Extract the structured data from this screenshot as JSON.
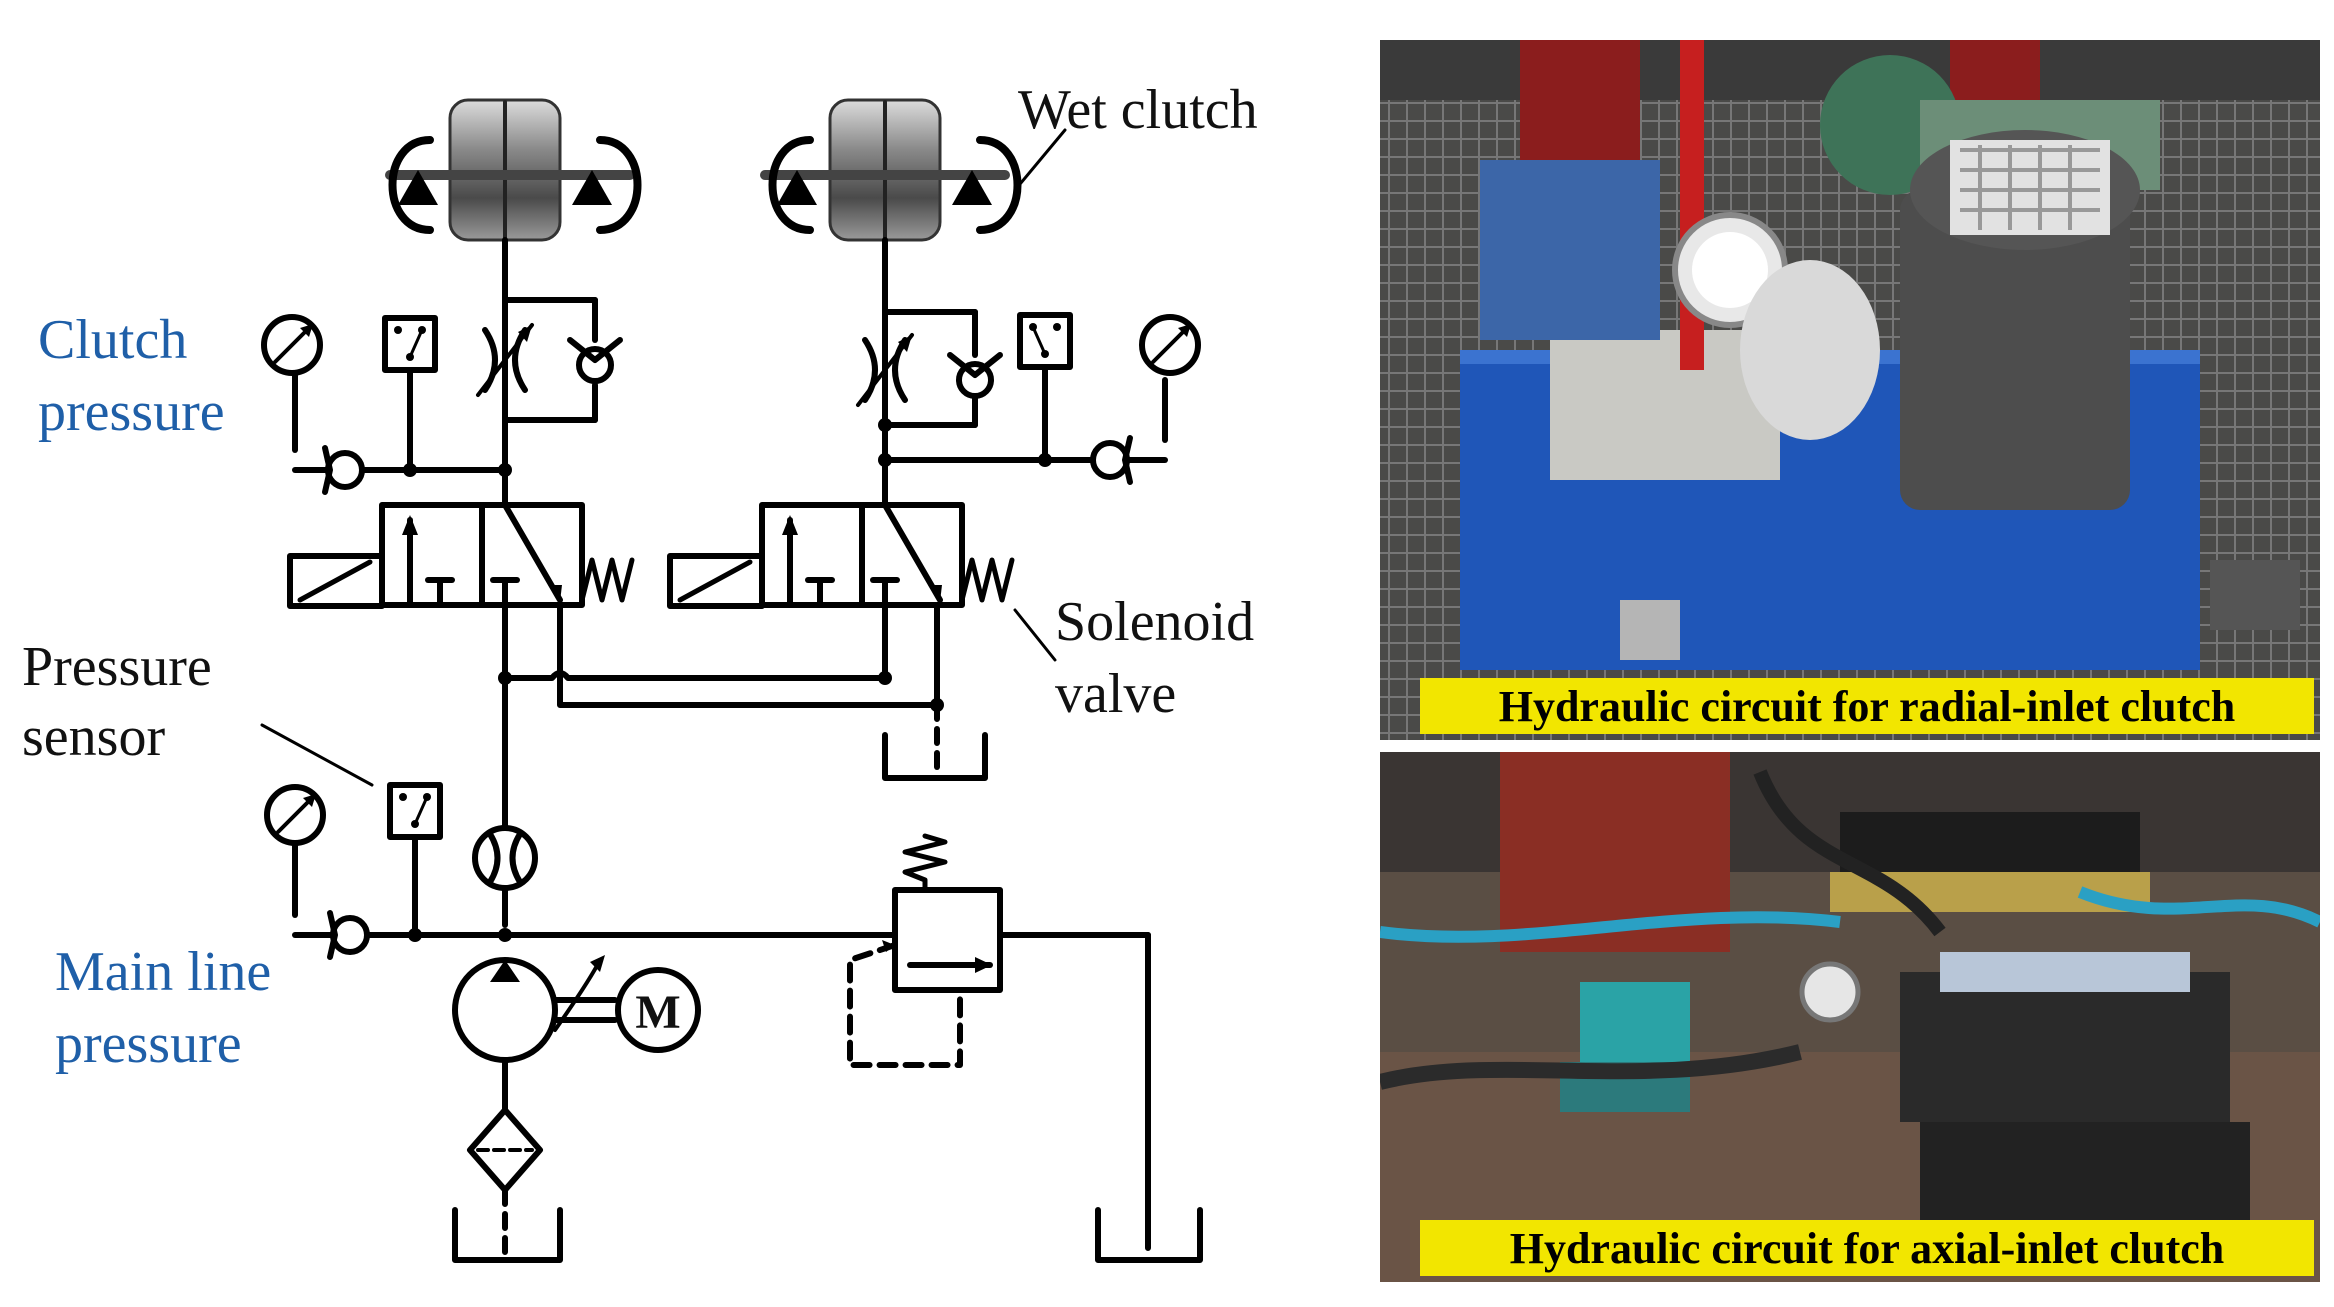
{
  "labels": {
    "wet_clutch": "Wet clutch",
    "clutch_pressure_line1": "Clutch",
    "clutch_pressure_line2": "pressure",
    "solenoid_line1": "Solenoid",
    "solenoid_line2": "valve",
    "pressure_sensor_line1": "Pressure",
    "pressure_sensor_line2": "sensor",
    "main_line_line1": "Main line",
    "main_line_line2": "pressure",
    "motor_symbol": "M"
  },
  "photos": {
    "radial_caption": "Hydraulic circuit for radial-inlet clutch",
    "axial_caption": "Hydraulic circuit for axial-inlet clutch"
  },
  "colors": {
    "label_blue": "#1f5fa8",
    "caption_yellow": "#f2e600",
    "tank_blue": "#1f56b8"
  }
}
